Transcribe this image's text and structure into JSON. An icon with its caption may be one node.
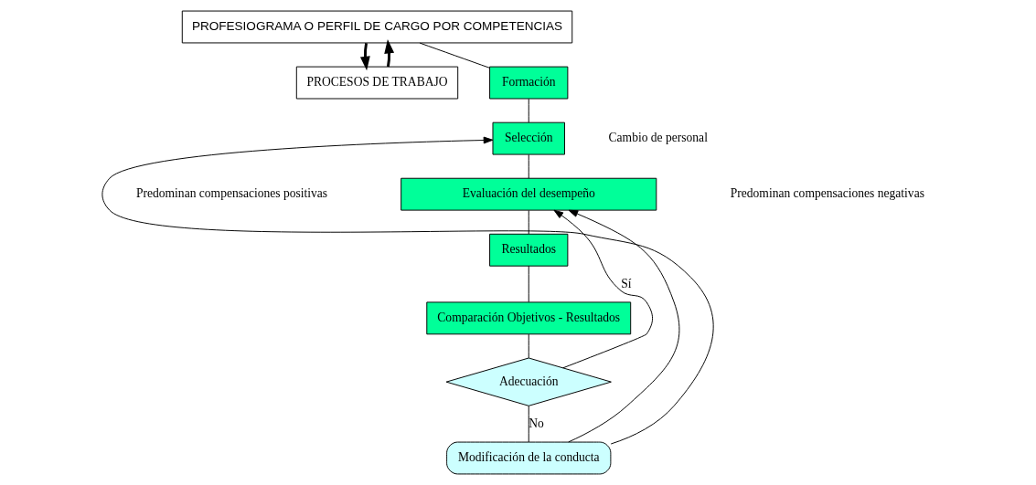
{
  "diagram": {
    "nodes": [
      {
        "text": [
          "PROFESIOGRAMA O PERFIL DE CARGO POR COMPETENCIAS"
        ]
      },
      {
        "text": [
          "PROCESOS DE TRABAJO"
        ]
      },
      {
        "text": [
          "Formación"
        ]
      },
      {
        "text": [
          "Selección"
        ]
      },
      {
        "text": [
          "Evaluación del desempeño"
        ]
      },
      {
        "text": [
          "Resultados"
        ]
      },
      {
        "text": [
          "Comparación Objetivos - Resultados"
        ]
      },
      {
        "text": [
          "Adecuación"
        ]
      },
      {
        "text": [
          "Modificación de la conducta"
        ]
      }
    ],
    "edges": [
      {
        "from": 0,
        "to": 2,
        "arrow": "none"
      },
      {
        "from": 2,
        "to": 3,
        "arrow": "none"
      },
      {
        "from": 3,
        "to": 4,
        "arrow": "none"
      },
      {
        "from": 4,
        "to": 5,
        "arrow": "none"
      },
      {
        "from": 5,
        "to": 6,
        "arrow": "none"
      },
      {
        "from": 6,
        "to": 7,
        "arrow": "none"
      },
      {
        "from": 7,
        "to": 8,
        "label": "No",
        "arrow": "none"
      },
      {
        "from": 7,
        "to": 4,
        "label": "Sí",
        "arrow": "to"
      },
      {
        "from": 8,
        "to": 3,
        "arrow": "to"
      },
      {
        "from": 8,
        "to": 4,
        "arrow": "to"
      },
      {
        "from": 1,
        "to": 0,
        "arrow": "to",
        "style": "thick"
      },
      {
        "from": 0,
        "to": 1,
        "arrow": "to",
        "style": "thick"
      }
    ],
    "labels": [
      "Cambio de personal",
      "Predominan compensaciones positivas",
      "Predominan compensaciones negativas"
    ]
  }
}
